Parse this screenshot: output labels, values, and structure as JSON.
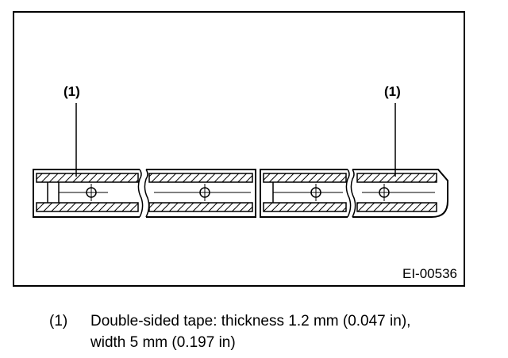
{
  "callout_left": "(1)",
  "callout_right": "(1)",
  "figure_code": "EI-00536",
  "legend": {
    "number": "(1)",
    "line1": "Double-sided tape: thickness 1.2 mm (0.047 in),",
    "line2": "width 5 mm (0.197 in)"
  }
}
